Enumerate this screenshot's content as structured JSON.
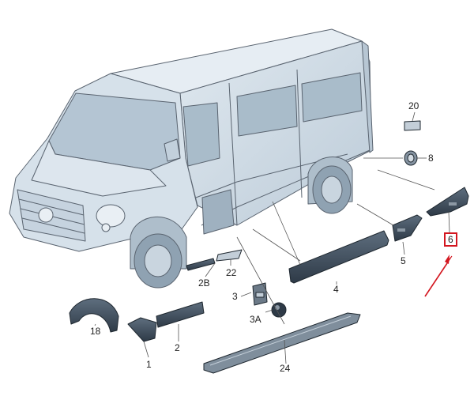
{
  "diagram": {
    "highlight_color": "#d3161f",
    "body_color": "#cfdbe5",
    "trim_color": "#3d4c5c",
    "callouts": [
      {
        "id": "p20",
        "label": "20"
      },
      {
        "id": "p8",
        "label": "8"
      },
      {
        "id": "p6",
        "label": "6",
        "highlighted": true
      },
      {
        "id": "p5",
        "label": "5"
      },
      {
        "id": "p4",
        "label": "4"
      },
      {
        "id": "p2b",
        "label": "2B"
      },
      {
        "id": "p22",
        "label": "22"
      },
      {
        "id": "p3",
        "label": "3"
      },
      {
        "id": "p3a",
        "label": "3A"
      },
      {
        "id": "p18",
        "label": "18"
      },
      {
        "id": "p2",
        "label": "2"
      },
      {
        "id": "p1",
        "label": "1"
      },
      {
        "id": "p24",
        "label": "24"
      }
    ]
  }
}
